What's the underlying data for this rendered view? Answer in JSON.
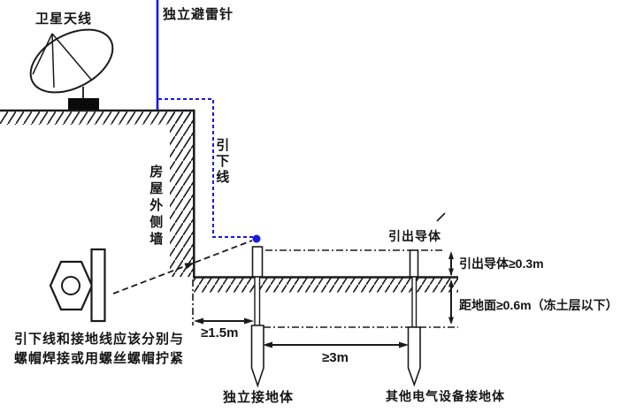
{
  "diagram": {
    "labels": {
      "satellite_antenna": "卫星天线",
      "independent_lightning_rod": "独立避雷针",
      "down_conductor": "引下线",
      "house_outer_wall": "房屋外侧墙",
      "lead_out_conductor": "引出导体",
      "lead_out_conductor_min": "引出导体≥0.3m",
      "depth_below_ground": "距地面≥0.6m（冻土层以下）",
      "distance_from_wall": "≥1.5m",
      "electrode_separation": "≥3m",
      "connection_note_line1": "引下线和接地线应该分别与",
      "connection_note_line2": "螺帽焊接或用螺丝螺帽拧紧",
      "independent_grounding_electrode": "独立接地体",
      "other_equipment_grounding_electrode": "其他电气设备接地体"
    },
    "colors": {
      "line": "#1a1a1a",
      "conductor_blue": "#1a1ad8",
      "background": "#ffffff"
    }
  }
}
